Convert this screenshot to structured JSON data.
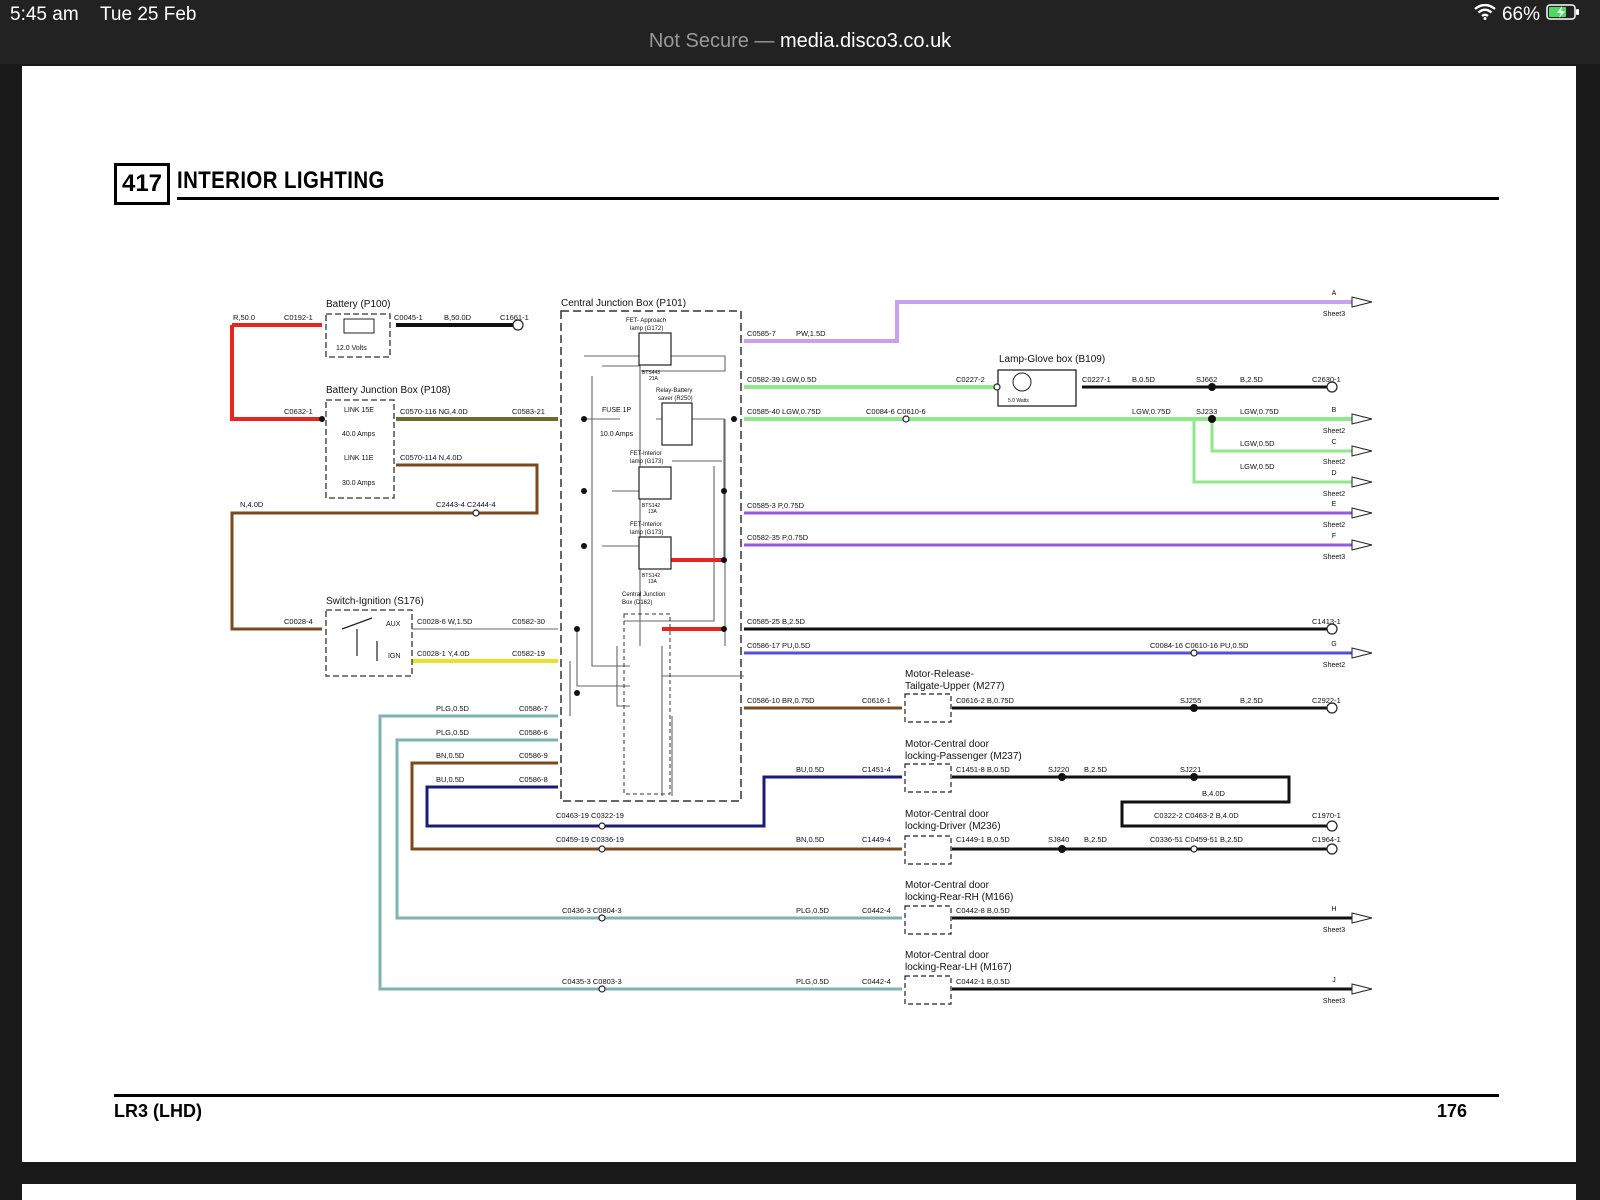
{
  "status": {
    "time": "5:45 am",
    "date": "Tue 25 Feb",
    "battery": "66%"
  },
  "browser": {
    "security": "Not Secure —",
    "domain": "media.disco3.co.uk"
  },
  "header": {
    "section_number": "417",
    "section_title": "INTERIOR LIGHTING"
  },
  "footer": {
    "model": "LR3 (LHD)",
    "page_number": "176"
  },
  "diagram": {
    "components": {
      "battery": "Battery (P100)",
      "battery_value": "12.0 Volts",
      "bjb": "Battery Junction Box (P108)",
      "link15": "LINK 15E",
      "link15_val": "40.0 Amps",
      "link11": "LINK 11E",
      "link11_val": "30.0 Amps",
      "cjb": "Central Junction Box (P101)",
      "fet_app": "FET- Approach",
      "fet_app2": "lamp (G172)",
      "bts443": "BTS443",
      "bts443b": "21A",
      "relay": "Relay-Battery",
      "relay2": "saver (R250)",
      "fuse": "FUSE 1P",
      "fuse_val": "10.0 Amps",
      "fet_int_a": "FET-Interior",
      "fet_int_a2": "lamp (G173)",
      "bts142a": "BTS142",
      "bts142a2": "13A",
      "fet_int_b": "FET-Interior",
      "fet_int_b2": "lamp (G173)",
      "bts142b": "BTS142",
      "bts142b2": "13A",
      "cjb_d": "Central Junction",
      "cjb_d2": "Box (D162)",
      "ign": "Switch-Ignition (S176)",
      "aux": "AUX",
      "ignl": "IGN",
      "glove": "Lamp-Glove box (B109)",
      "glove_w": "5.0 Watts",
      "m277a": "Motor-Release-",
      "m277b": "Tailgate-Upper (M277)",
      "m237a": "Motor-Central door",
      "m237b": "locking-Passenger (M237)",
      "m236a": "Motor-Central door",
      "m236b": "locking-Driver (M236)",
      "m166a": "Motor-Central door",
      "m166b": "locking-Rear-RH (M166)",
      "m167a": "Motor-Central door",
      "m167b": "locking-Rear-LH (M167)"
    },
    "labels": {
      "r50": "R,50.0",
      "c0192": "C0192-1",
      "c0045": "C0045-1",
      "b50": "B,50.0D",
      "c1661": "C1661-1",
      "c0632": "C0632-1",
      "c0570_116": "C0570-116 NG,4.0D",
      "c0583": "C0583-21",
      "c0570_114": "C0570-114 N,4.0D",
      "n40": "N,4.0D",
      "c2443": "C2443-4 C2444-4",
      "c0028_4": "C0028-4",
      "c0028_6": "C0028-6  W,1.5D",
      "c0582_30": "C0582-30",
      "c0028_1": "C0028-1  Y,4.0D",
      "c0582_19": "C0582-19",
      "plg1": "PLG,0.5D",
      "c0586_7": "C0586-7",
      "plg2": "PLG,0.5D",
      "c0586_6": "C0586-6",
      "bn05": "BN,0.5D",
      "c0586_9": "C0586-9",
      "bu05": "BU,0.5D",
      "c0586_8": "C0586-8",
      "c0585_7": "C0585-7",
      "pw15": "PW,1.5D",
      "c0582_39": "C0582-39  LGW,0.5D",
      "c0227_2": "C0227-2",
      "c0227_1": "C0227-1",
      "b05": "B,0.5D",
      "sj662": "SJ662",
      "b25a": "B,2.5D",
      "c2630": "C2630-1",
      "c0585_40": "C0585-40  LGW,0.75D",
      "c0084_6": "C0084-6 C0610-6",
      "lgw075a": "LGW,0.75D",
      "sj233": "SJ233",
      "lgw075b": "LGW,0.75D",
      "lgw05a": "LGW,0.5D",
      "lgw05b": "LGW,0.5D",
      "c0585_3": "C0585-3  P,0.75D",
      "c0582_35": "C0582-35  P,0.75D",
      "c0585_25": "C0585-25  B,2.5D",
      "c1413": "C1413-1",
      "c0586_17": "C0586-17  PU,0.5D",
      "c0084_16": "C0084-16 C0610-16 PU,0.5D",
      "c0586_10": "C0586-10  BR,0.75D",
      "c0616_1": "C0616-1",
      "c0616_2": "C0616-2  B,0.75D",
      "sj255": "SJ255",
      "b25b": "B,2.5D",
      "c2922": "C2922-1",
      "bu05b": "BU,0.5D",
      "c1451_4": "C1451-4",
      "c1451_8": "C1451-8  B,0.5D",
      "sj220": "SJ220",
      "b25c": "B,2.5D",
      "sj221": "SJ221",
      "b40": "B,4.0D",
      "c0463": "C0463-19 C0322-19",
      "c0322_2": "C0322-2 C0463-2  B,4.0D",
      "c1970": "C1970-1",
      "c0459": "C0459-19 C0336-19",
      "bn05b": "BN,0.5D",
      "c1449_4": "C1449-4",
      "c1449_1": "C1449-1  B,0.5D",
      "sj840": "SJ840",
      "b25d": "B,2.5D",
      "c0336_51": "C0336-51 C0459-51 B,2.5D",
      "c1964": "C1964-1",
      "c0436": "C0436-3 C0804-3",
      "plg05c": "PLG,0.5D",
      "c0442_4a": "C0442-4",
      "c0442_8": "C0442-8  B,0.5D",
      "c0435": "C0435-3 C0803-3",
      "plg05d": "PLG,0.5D",
      "c0442_4b": "C0442-4",
      "c0442_1": "C0442-1  B,0.5D"
    },
    "sheet_refs": [
      {
        "letter": "A",
        "sheet": "Sheet3"
      },
      {
        "letter": "B",
        "sheet": "Sheet2"
      },
      {
        "letter": "C",
        "sheet": "Sheet2"
      },
      {
        "letter": "D",
        "sheet": "Sheet2"
      },
      {
        "letter": "E",
        "sheet": "Sheet2"
      },
      {
        "letter": "F",
        "sheet": "Sheet3"
      },
      {
        "letter": "G",
        "sheet": "Sheet2"
      },
      {
        "letter": "H",
        "sheet": "Sheet3"
      },
      {
        "letter": "J",
        "sheet": "Sheet3"
      }
    ],
    "wire_colors": {
      "red": "#e8241f",
      "black": "#111111",
      "olive": "#6b6b2a",
      "brown": "#7a4a1e",
      "yellow": "#e8e22a",
      "teal": "#7fb3ad",
      "violet": "#c9a0f0",
      "green": "#8fe88a",
      "purple": "#9a58e0",
      "blue": "#5050d8",
      "navy": "#1c1c78",
      "grey": "#888888"
    }
  }
}
